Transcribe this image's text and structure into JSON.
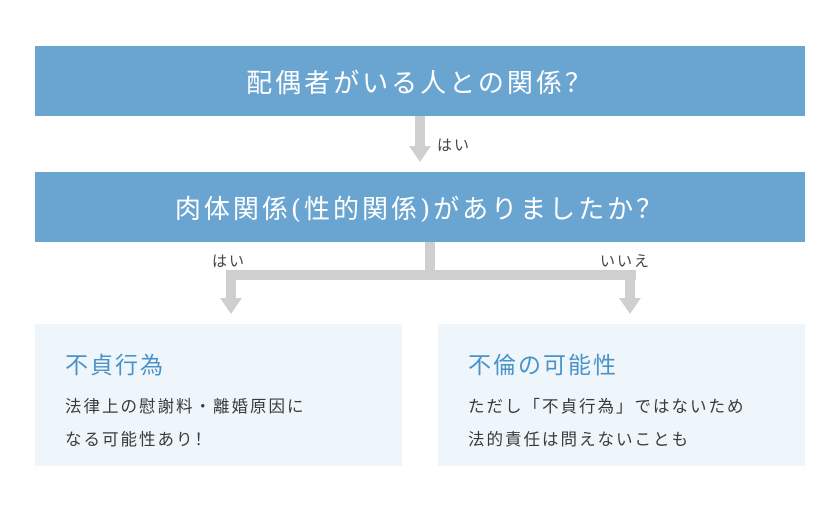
{
  "question1": "配偶者がいる人との関係？",
  "yes_label_1": "はい",
  "question2": "肉体関係(性的関係)がありましたか？",
  "yes_label_2": "はい",
  "no_label_2": "いいえ",
  "result_yes": {
    "title": "不貞行為",
    "line1": "法律上の慰謝料・離婚原因に",
    "line2": "なる可能性あり！"
  },
  "result_no": {
    "title": "不倫の可能性",
    "line1": "ただし「不貞行為」ではないため",
    "line2": "法的責任は問えないことも"
  },
  "colors": {
    "bar": "#6aa5d1",
    "arrow": "#cfcfcf",
    "box_bg": "#eef6fc",
    "title_blue": "#4a93c8"
  }
}
